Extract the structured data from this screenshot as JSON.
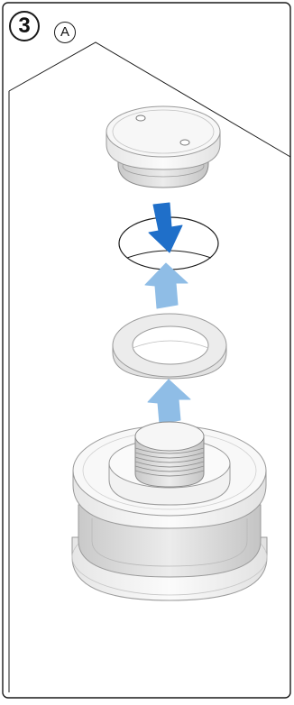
{
  "step": {
    "number": "3",
    "sub_label": "A"
  },
  "colors": {
    "frame": "#1a1a1a",
    "part_outline": "#9a9a9a",
    "part_fill": "#f4f4f4",
    "part_shadow": "#d9d9d9",
    "arrow_down": "#1f6fc9",
    "arrow_up": "#8fbde6"
  },
  "parts": [
    {
      "name": "cap-with-two-holes"
    },
    {
      "name": "opening"
    },
    {
      "name": "sealing-ring"
    },
    {
      "name": "threaded-base"
    }
  ],
  "arrows": [
    {
      "name": "insert-arrow-down"
    },
    {
      "name": "lift-arrow-up-upper"
    },
    {
      "name": "lift-arrow-up-lower"
    }
  ]
}
